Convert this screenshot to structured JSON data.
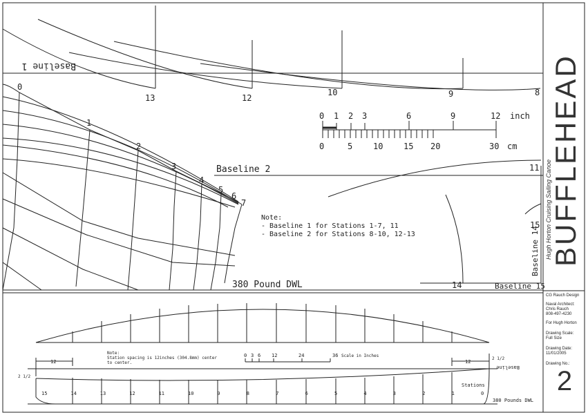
{
  "upper_drawing": {
    "baseline1_label": "Baseline 1",
    "station_labels_top": [
      "13",
      "12",
      "10",
      "9",
      "8"
    ],
    "body_station_labels": [
      "0",
      "1",
      "2",
      "3",
      "4",
      "5",
      "6",
      "7"
    ],
    "baseline2_label": "Baseline 2",
    "right_station_labels": [
      "11",
      "15",
      "14"
    ],
    "baseline14_label": "Baseline 14",
    "baseline15_label": "Baseline 15",
    "dwl_label": "380 Pound DWL",
    "note": {
      "title": "Note:",
      "line1": "- Baseline 1 for Stations 1-7, 11",
      "line2": "- Baseline 2 for Stations 8-10, 12-13"
    },
    "scale": {
      "inch_ticks": [
        "0",
        "1",
        "2",
        "3",
        "6",
        "9",
        "12"
      ],
      "inch_unit": "inch",
      "cm_ticks": [
        "0",
        "5",
        "10",
        "15",
        "20",
        "30"
      ],
      "cm_unit": "cm"
    }
  },
  "lower_drawing": {
    "note_title": "Note:",
    "note_body_line1": "Station spacing is 12inches (304.8mm) center",
    "note_body_line2": "to center.",
    "scale_ticks": [
      "0",
      "3",
      "6",
      "12",
      "24",
      "36"
    ],
    "scale_label": "Scale in Inches",
    "dim_12_left": "12",
    "dim_12_right": "12",
    "dim_half_left": "2 1/2",
    "dim_half_right": "2 1/2",
    "baseline_label": "Baseline",
    "stations_label": "Stations",
    "station_numbers": [
      "15",
      "14",
      "13",
      "12",
      "11",
      "10",
      "9",
      "8",
      "7",
      "6",
      "5",
      "4",
      "3",
      "2",
      "1",
      "0"
    ],
    "dwl_label": "380 Pounds DWL"
  },
  "title_block": {
    "boat_name": "BUFFLEHEAD",
    "subtitle": "Hugh Horton Cruising Sailing Canoe",
    "designer": "CG Rauch Design",
    "architect_label": "Naval Architect:",
    "architect_name": "Chris Rauch",
    "architect_phone": "808-497-4230",
    "for_label": "For Hugh Horton",
    "scale_label": "Drawing Scale:",
    "scale_value": "Full Size",
    "date_label": "Drawing Date:",
    "date_value": "11/01/2005",
    "number_label": "Drawing No.:",
    "number_value": "2"
  }
}
